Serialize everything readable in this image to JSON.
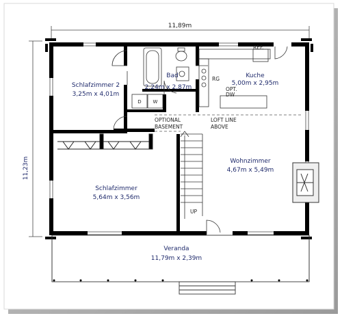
{
  "dimensions": {
    "width_label": "11,89m",
    "height_label": "11,23m"
  },
  "rooms": {
    "schlafzimmer2": {
      "name": "Schlafzimmer 2",
      "size": "3,25m x 4,01m"
    },
    "bad": {
      "name": "Bad",
      "size": "2,24m x 2,87m"
    },
    "kuche": {
      "name": "Kuche",
      "size": "5,00m x 2,95m"
    },
    "schlafzimmer": {
      "name": "Schlafzimmer",
      "size": "5,64m x 3,56m"
    },
    "wohnzimmer": {
      "name": "Wohnzimmer",
      "size": "4,67m x 5,49m"
    },
    "veranda": {
      "name": "Veranda",
      "size": "11,79m x 2,39m"
    }
  },
  "fixtures": {
    "ref": "REF.",
    "rg": "RG",
    "opt_dw_1": "OPT.",
    "opt_dw_2": "DW",
    "dryer": "D",
    "washer": "W",
    "basement_1": "OPTIONAL",
    "basement_2": "BASEMENT",
    "loft_1": "LOFT LINE",
    "loft_2": "ABOVE",
    "stair_up": "UP"
  }
}
